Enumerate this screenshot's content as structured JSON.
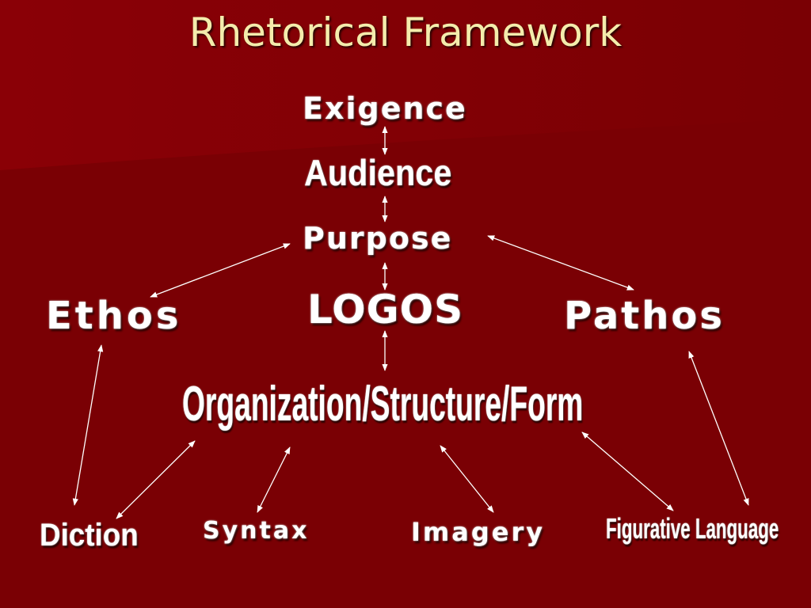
{
  "title": "Rhetorical Framework",
  "nodes": {
    "exigence": "Exigence",
    "audience": "Audience",
    "purpose": "Purpose",
    "logos": "LOGOS",
    "ethos": "Ethos",
    "pathos": "Pathos",
    "organization": "Organization/Structure/Form",
    "diction": "Diction",
    "syntax": "Syntax",
    "imagery": "Imagery",
    "figurative_language": "Figurative Language"
  },
  "colors": {
    "background": "#7a0004",
    "title": "#f4ecac",
    "text": "#ffffff",
    "arrow": "#ffffff"
  }
}
